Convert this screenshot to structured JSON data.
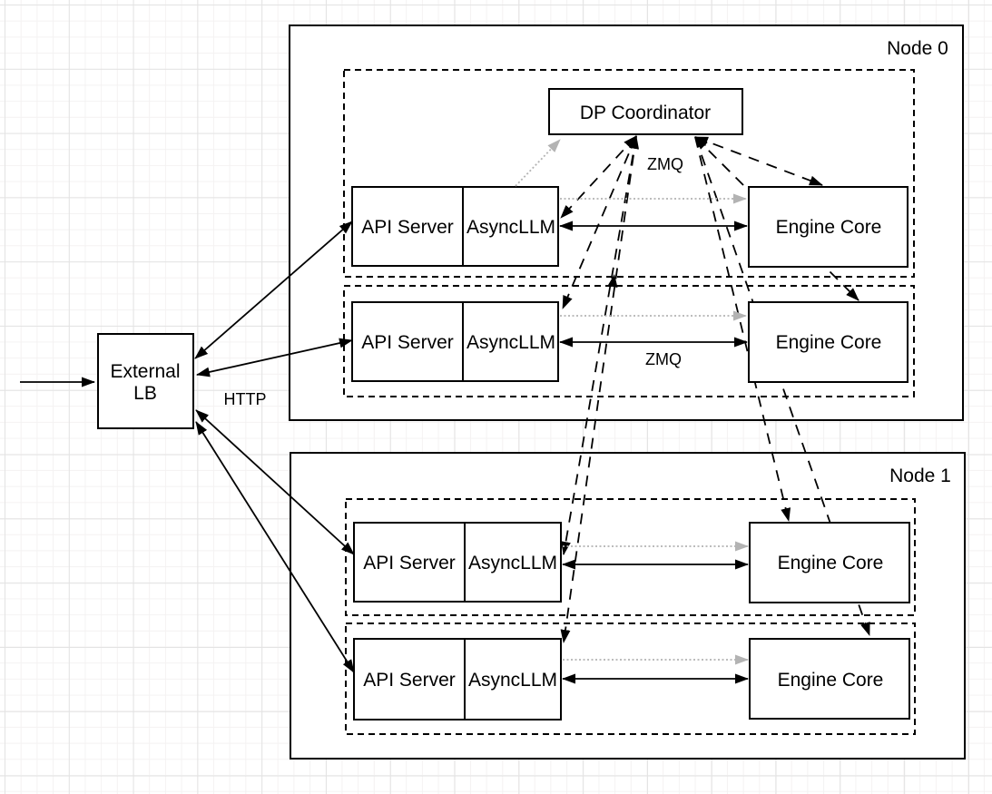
{
  "diagram": {
    "colors": {
      "line": "#000000",
      "muted_line": "#b3b3b3",
      "box_fill": "#ffffff",
      "grid_minor": "#f4f2f2",
      "grid_major": "#e3e3e3"
    },
    "external_lb": {
      "line1": "External",
      "line2": "LB"
    },
    "labels": {
      "http": "HTTP",
      "zmq_coordinator": "ZMQ",
      "zmq_row": "ZMQ"
    },
    "nodes": [
      {
        "label": "Node 0",
        "coordinator_label": "DP Coordinator",
        "replicas": [
          {
            "api_server": "API Server",
            "async_llm": "AsyncLLM",
            "engine_core": "Engine Core"
          },
          {
            "api_server": "API Server",
            "async_llm": "AsyncLLM",
            "engine_core": "Engine Core"
          }
        ]
      },
      {
        "label": "Node 1",
        "replicas": [
          {
            "api_server": "API Server",
            "async_llm": "AsyncLLM",
            "engine_core": "Engine Core"
          },
          {
            "api_server": "API Server",
            "async_llm": "AsyncLLM",
            "engine_core": "Engine Core"
          }
        ]
      }
    ]
  }
}
